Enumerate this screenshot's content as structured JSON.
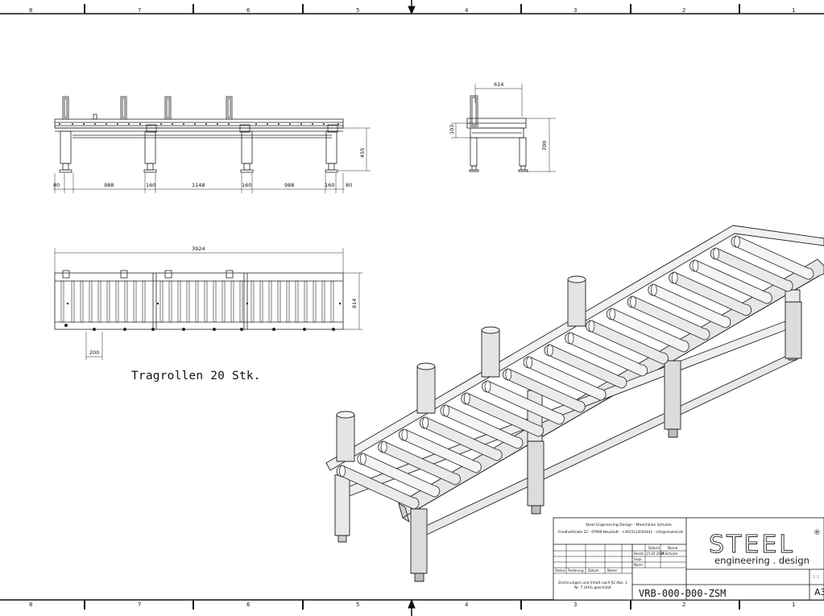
{
  "frame": {
    "zones_top": [
      "8",
      "7",
      "6",
      "5",
      "4",
      "3",
      "2",
      "1"
    ],
    "zones_bottom": [
      "8",
      "7",
      "6",
      "5",
      "4",
      "3",
      "2",
      "1"
    ]
  },
  "front_view": {
    "dims": [
      "80",
      "988",
      "160",
      "1148",
      "160",
      "988",
      "160",
      "80"
    ],
    "height": "455"
  },
  "side_view": {
    "width": "614",
    "small_height": "103",
    "height": "700"
  },
  "top_view": {
    "length": "3924",
    "width": "814",
    "pitch": "200"
  },
  "caption": "Tragrollen 20 Stk.",
  "title_block": {
    "company_line1": "Steel Engineering Design - Maximilian Schulze",
    "company_line2": "Friedhofstraße 22 - 97999 Neustadt - +4915114544442 - info@steeled.de",
    "col_date": "Datum",
    "col_name": "Name",
    "row_drawn": "Bearb.",
    "row_checked": "Gepr.",
    "row_norm": "Norm",
    "drawn_date": "15.02.2025",
    "drawn_name": "M.Schulze",
    "rev_state": "Zustand",
    "rev_change": "Änderung",
    "rev_date": "Datum",
    "rev_name": "Name",
    "rev_first": "Status",
    "copyright": "Zeichnungen und Inhalt nach §2 Abs. 1 Nr. 7 UrhG geschützt",
    "drawing_number": "VRB-000-000-ZSM",
    "logo_top": "STEEL",
    "logo_bottom": "engineering . design",
    "sheet_size": "A3",
    "scale": "1:1"
  }
}
